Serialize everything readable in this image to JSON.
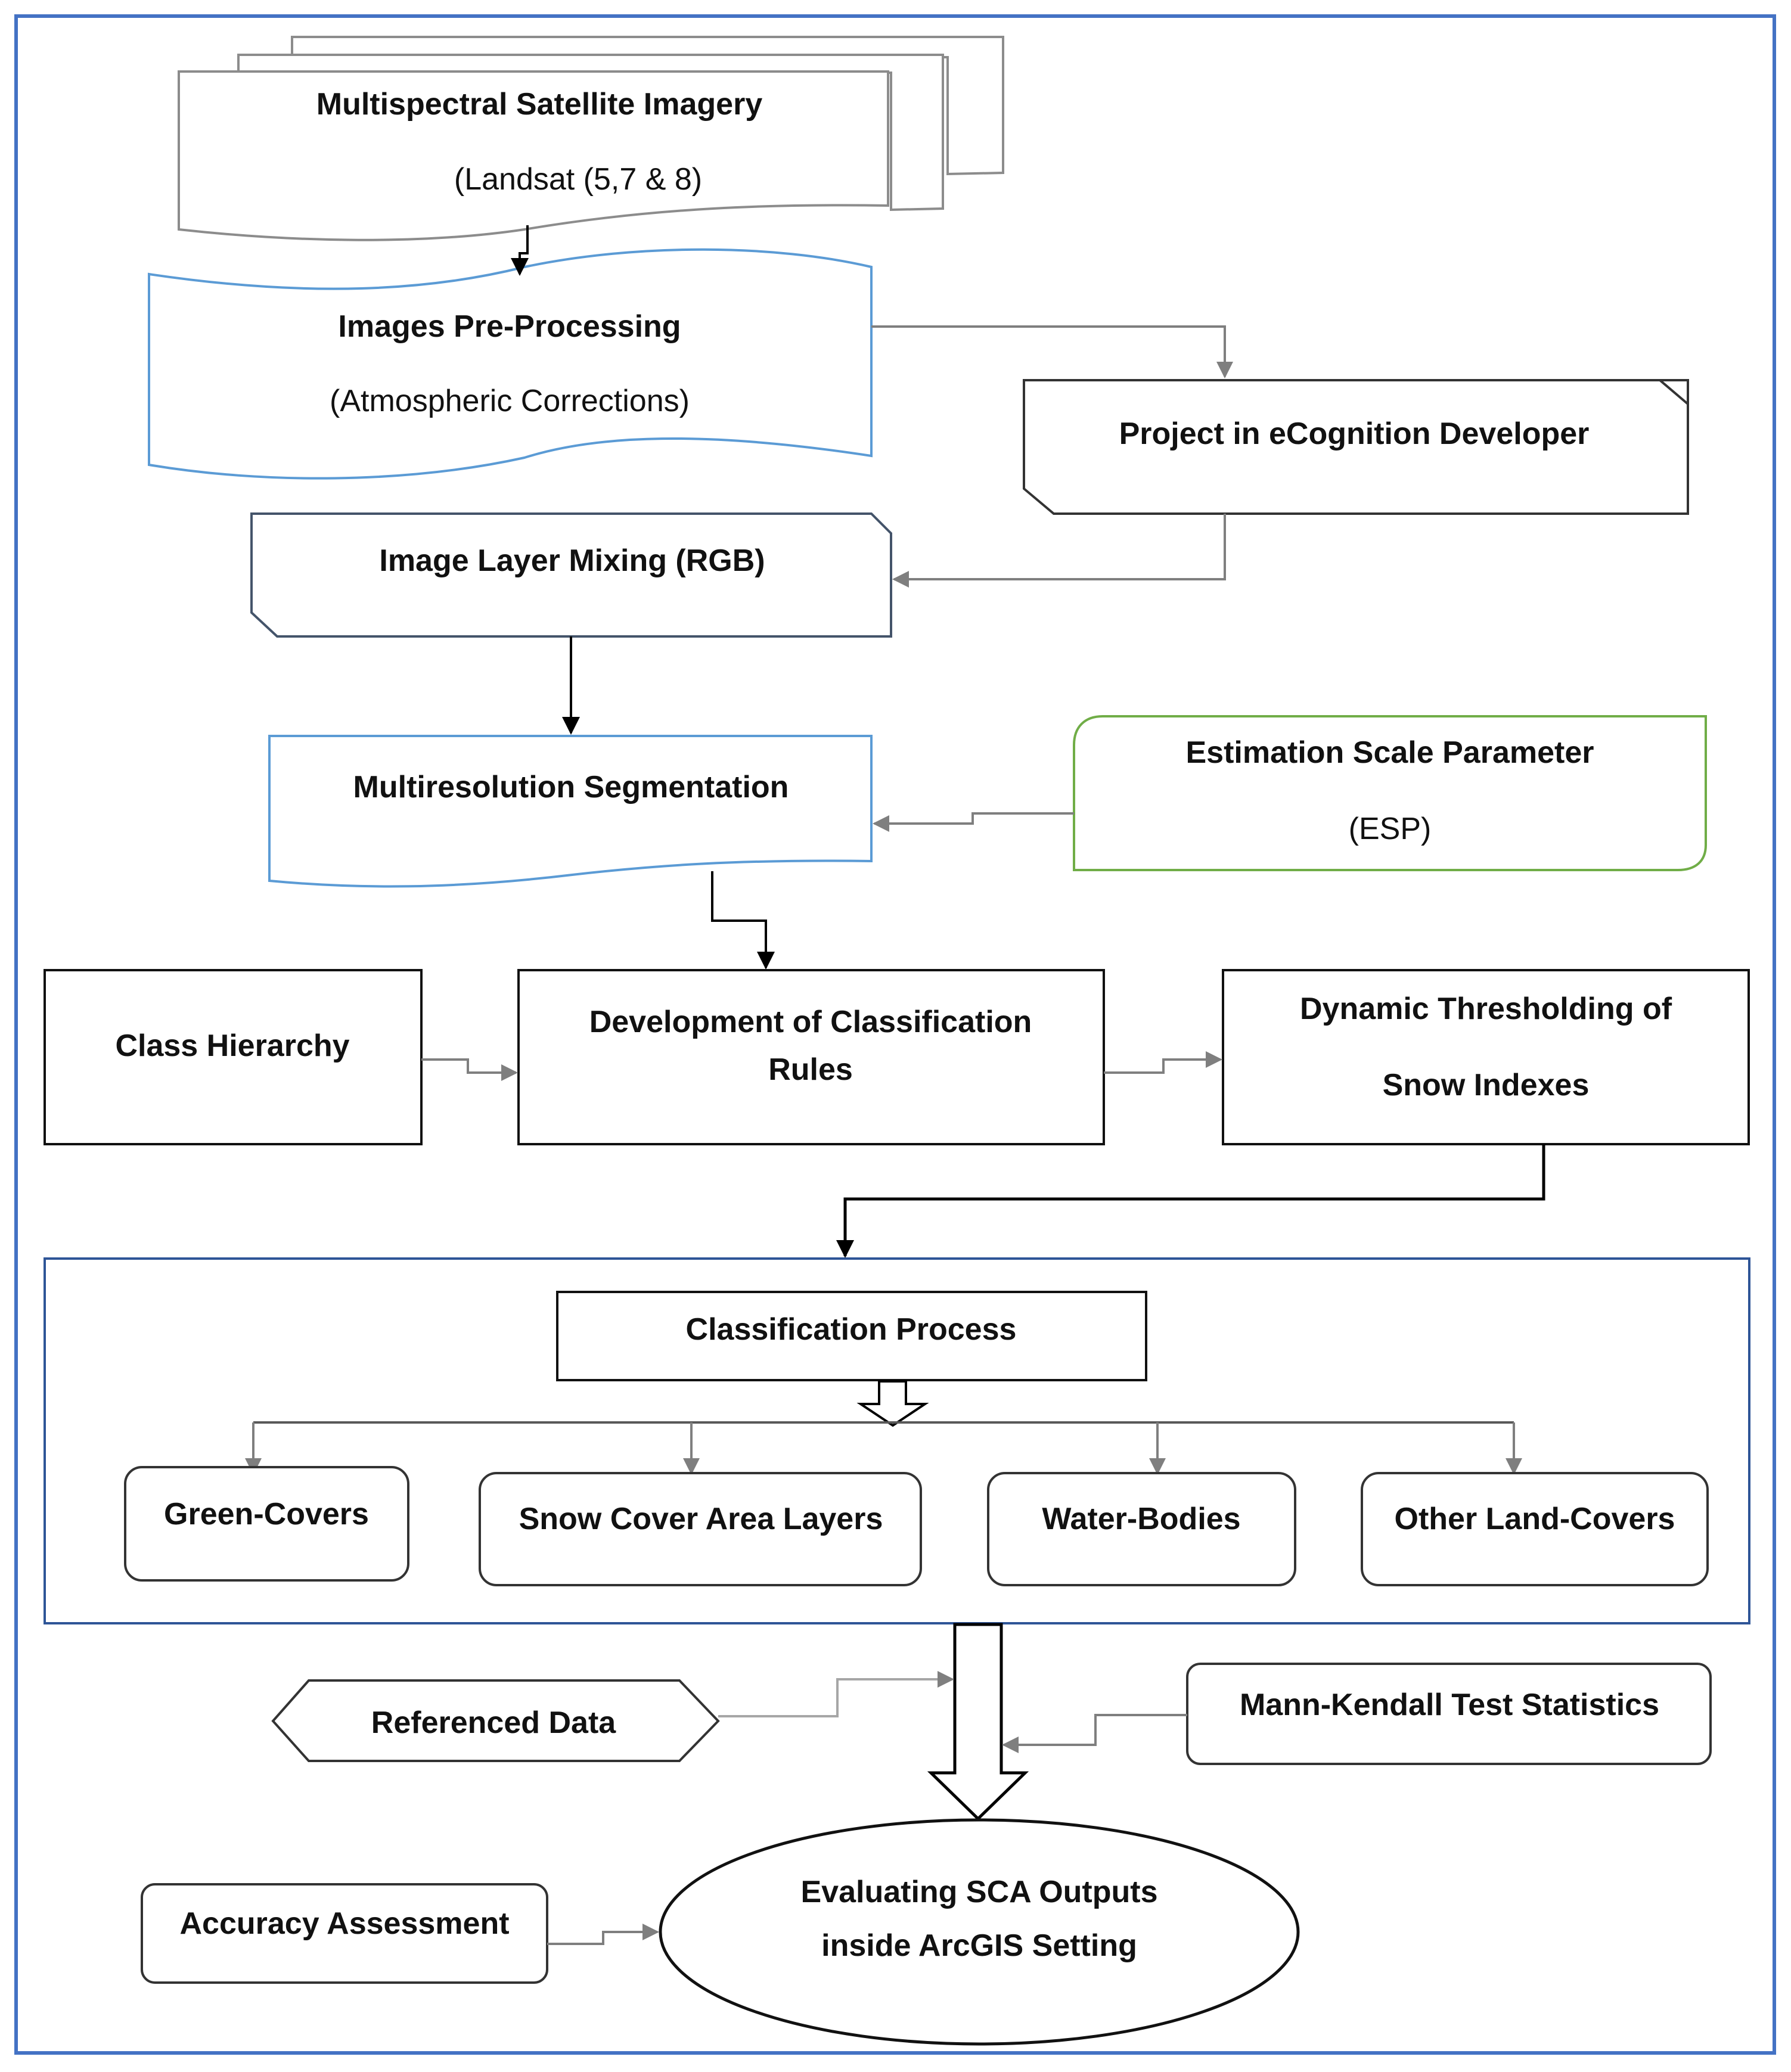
{
  "diagram": {
    "nodes": {
      "imagery": {
        "title": "Multispectral Satellite Imagery",
        "subtitle": "(Landsat (5,7 & 8)"
      },
      "preprocessing": {
        "title": "Images Pre-Processing",
        "subtitle": "(Atmospheric Corrections)"
      },
      "ecognition": {
        "title": "Project in eCognition Developer"
      },
      "layer_mixing": {
        "title": "Image Layer Mixing (RGB)"
      },
      "segmentation": {
        "title": "Multiresolution Segmentation"
      },
      "esp": {
        "title": "Estimation Scale Parameter",
        "subtitle": "(ESP)"
      },
      "class_hierarchy": {
        "title": "Class Hierarchy"
      },
      "classification_rules": {
        "line1": "Development of Classification",
        "line2": "Rules"
      },
      "thresholding": {
        "line1": "Dynamic Thresholding of",
        "line2": "Snow Indexes"
      },
      "classification_process": {
        "title": "Classification Process"
      },
      "green_covers": {
        "title": "Green-Covers"
      },
      "snow_cover": {
        "title": "Snow Cover Area Layers"
      },
      "water_bodies": {
        "title": "Water-Bodies"
      },
      "other_land": {
        "title": "Other Land-Covers"
      },
      "referenced_data": {
        "title": "Referenced Data"
      },
      "mann_kendall": {
        "title": "Mann-Kendall Test Statistics"
      },
      "accuracy": {
        "title": "Accuracy Assessment"
      },
      "evaluating": {
        "line1": "Evaluating SCA Outputs",
        "line2": "inside ArcGIS Setting"
      }
    }
  }
}
